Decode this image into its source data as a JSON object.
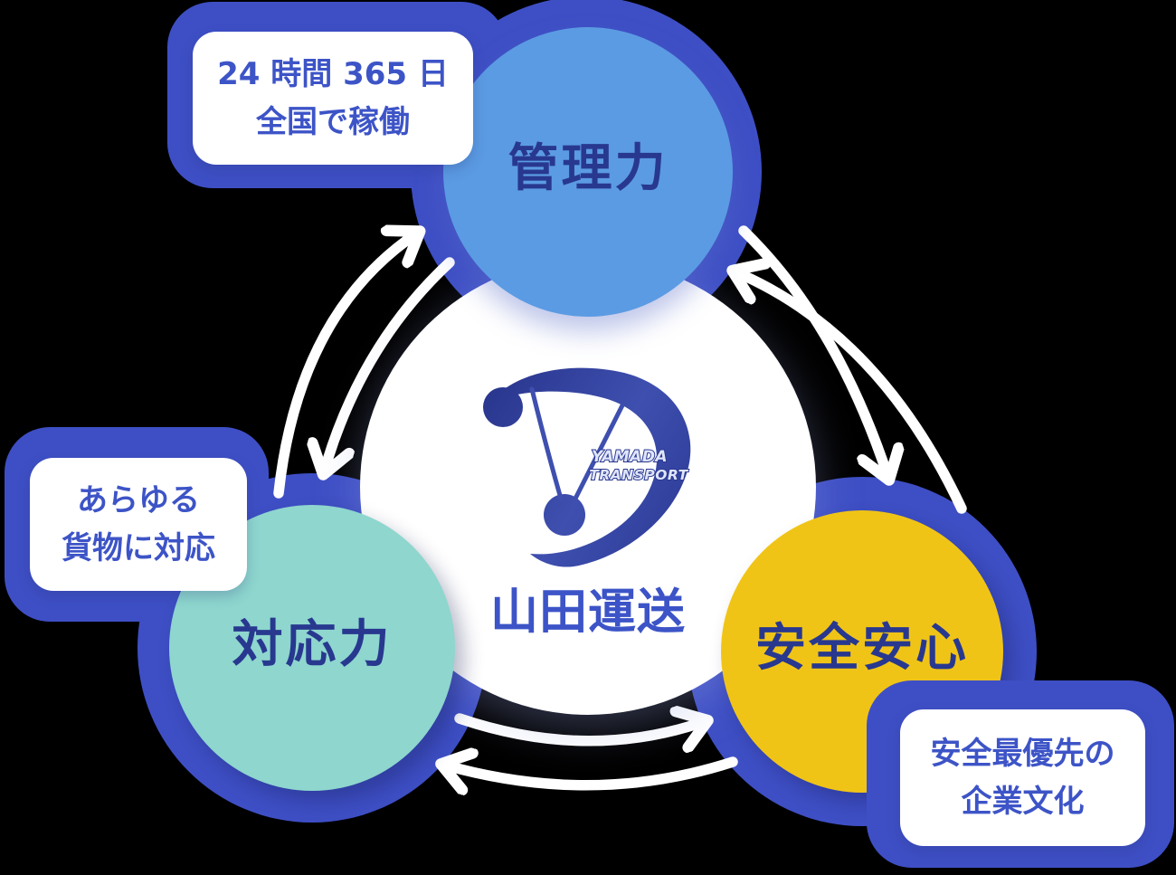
{
  "background_color": "#000000",
  "center": {
    "company_name": "山田運送",
    "logo": {
      "line1": "YAMADA",
      "line2": "TRANSPORT"
    }
  },
  "nodes": {
    "management": {
      "label": "管理力",
      "fill": "#5B9BE3",
      "callout": {
        "line1": "24 時間 365 日",
        "line2": "全国で稼働"
      }
    },
    "flexibility": {
      "label": "対応力",
      "fill": "#8ED6CE",
      "callout": {
        "line1": "あらゆる",
        "line2": "貨物に対応"
      }
    },
    "safety": {
      "label": "安全安心",
      "fill": "#F0C417",
      "callout": {
        "line1": "安全最優先の",
        "line2": "企業文化"
      }
    }
  },
  "colors": {
    "ring": "#3E4FC5",
    "node_label_text": "#28388F",
    "callout_text": "#3D54C7",
    "company_text": "#3C54C7",
    "logo_blue": "#2B3990",
    "arrow": "#FFFFFF",
    "hub_circle": "#FFFFFF"
  }
}
